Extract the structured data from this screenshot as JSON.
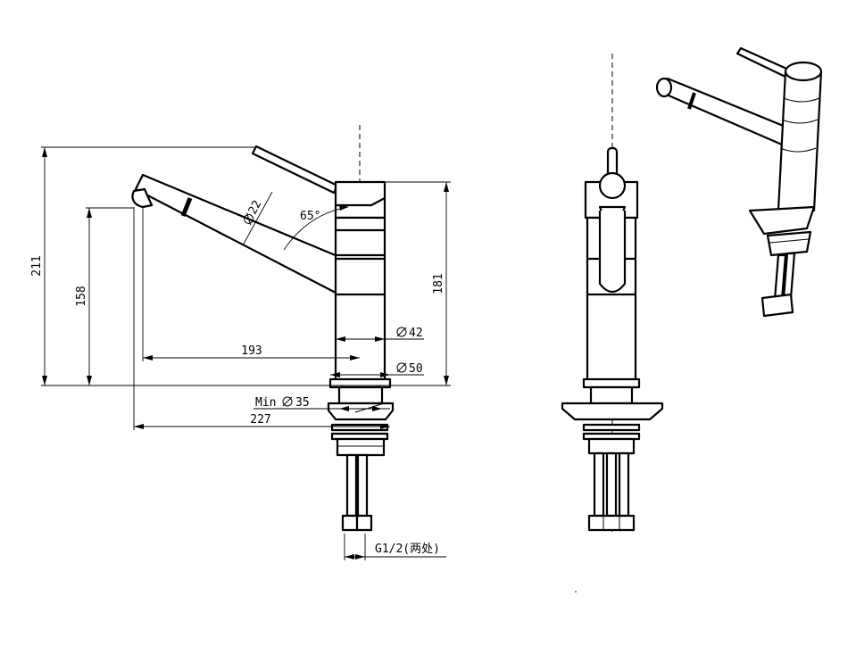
{
  "dimensions": {
    "overall_height": "211",
    "spout_height": "158",
    "body_height": "181",
    "reach": "193",
    "total_reach": "227",
    "spout_diameter": "22",
    "angle": "65°",
    "body_diameter": "42",
    "base_diameter": "50",
    "min_hole": "Min",
    "min_hole_dia": "35",
    "thread": "G1/2(两处)"
  }
}
